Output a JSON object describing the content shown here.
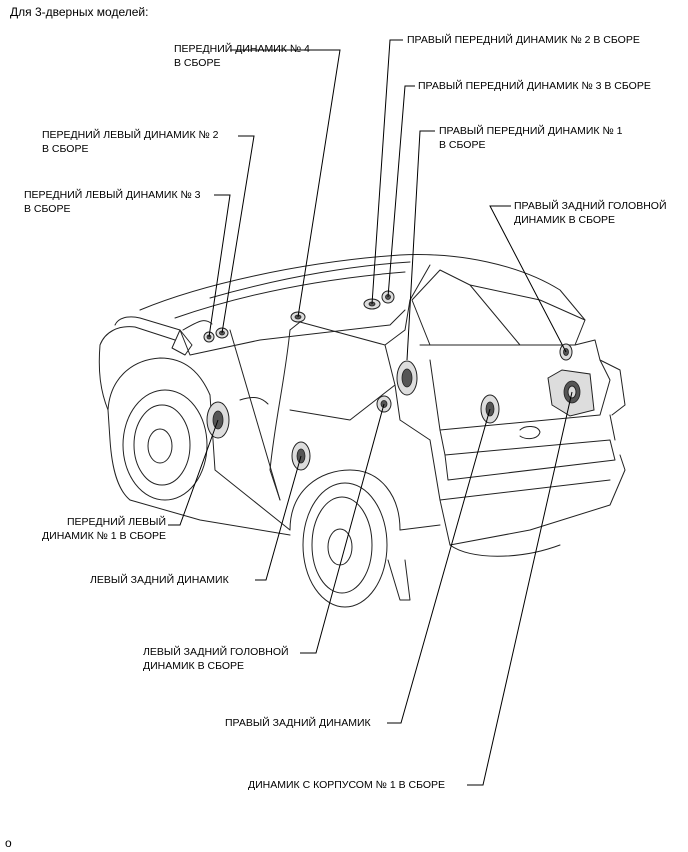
{
  "header": {
    "title": "Для 3-дверных моделей:"
  },
  "footer": {
    "code": "o"
  },
  "labels": {
    "front_speaker_4": [
      "ПЕРЕДНИЙ ДИНАМИК № 4",
      "В СБОРЕ"
    ],
    "right_front_speaker_2": [
      "ПРАВЫЙ ПЕРЕДНИЙ ДИНАМИК № 2 В СБОРЕ"
    ],
    "right_front_speaker_3": [
      "ПРАВЫЙ ПЕРЕДНИЙ ДИНАМИК № 3 В СБОРЕ"
    ],
    "front_left_speaker_2": [
      "ПЕРЕДНИЙ ЛЕВЫЙ ДИНАМИК № 2",
      "В СБОРЕ"
    ],
    "right_front_speaker_1": [
      "ПРАВЫЙ ПЕРЕДНИЙ ДИНАМИК № 1",
      "В СБОРЕ"
    ],
    "front_left_speaker_3": [
      "ПЕРЕДНИЙ ЛЕВЫЙ ДИНАМИК № 3",
      "В СБОРЕ"
    ],
    "right_rear_head_speaker": [
      "ПРАВЫЙ ЗАДНИЙ ГОЛОВНОЙ",
      "ДИНАМИК В СБОРЕ"
    ],
    "front_left_speaker_1": [
      "ПЕРЕДНИЙ ЛЕВЫЙ",
      "ДИНАМИК № 1 В СБОРЕ"
    ],
    "left_rear_speaker": [
      "ЛЕВЫЙ ЗАДНИЙ ДИНАМИК"
    ],
    "left_rear_head_speaker": [
      "ЛЕВЫЙ ЗАДНИЙ ГОЛОВНОЙ",
      "ДИНАМИК В СБОРЕ"
    ],
    "right_rear_speaker": [
      "ПРАВЫЙ ЗАДНИЙ ДИНАМИК"
    ],
    "speaker_box_1": [
      "ДИНАМИК С КОРПУСОМ № 1 В СБОРЕ"
    ]
  }
}
